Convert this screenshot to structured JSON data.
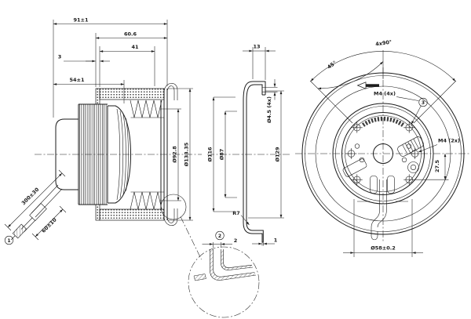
{
  "drawing": {
    "kind": "technical dimensional drawing",
    "subject": "centrifugal fan impeller with external rotor motor",
    "line_color": "#1b1b1b",
    "background": "#ffffff"
  },
  "side_view": {
    "dim_total_depth": "91±1",
    "dim_housing_depth": "60.6",
    "dim_impeller_depth": "41",
    "dim_plate_thickness": "3",
    "dim_motor_depth": "54±1",
    "dia_motor": "Ø92.8",
    "dia_impeller": "Ø133.35",
    "dim_cable_length": "300±30",
    "dim_cable_strip": "60±10",
    "callout_1": "1"
  },
  "section_view": {
    "dim_flange_width": "13",
    "dia_mounting_holes": "Ø4.5 (4x)",
    "dia_inner": "Ø116",
    "dia_bore": "Ø87",
    "dia_outer": "Ø129",
    "radius_flange": "R7",
    "dim_wall": "2",
    "dim_lip": "1",
    "callout_2": "2"
  },
  "rear_view": {
    "angle_hole_pattern": "4x90°",
    "angle_offset": "45°",
    "thread_mounting_4x": "M4 (4x)",
    "thread_mounting_2x": "M4 (2x)",
    "dim_hole_offset": "27.5",
    "dia_bolt_circle": "Ø58±0.2",
    "callout_3": "3"
  }
}
